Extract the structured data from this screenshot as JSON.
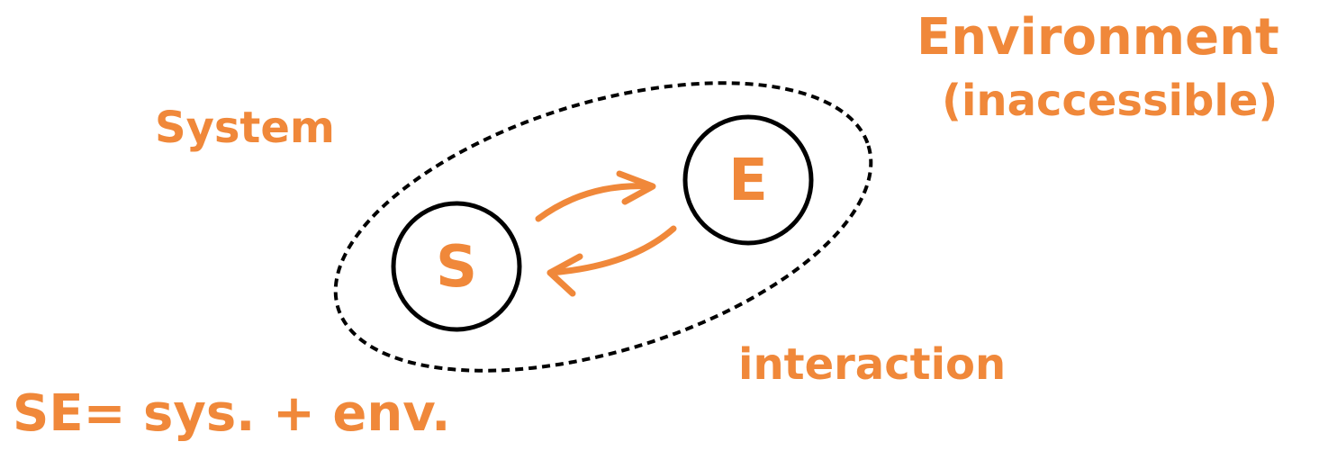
{
  "colors": {
    "accent": "#F0883A",
    "ink": "#000000",
    "background": "#FFFFFF"
  },
  "labels": {
    "system": "System",
    "environment": "Environment",
    "environment_note": "(inaccessible)",
    "interaction": "interaction",
    "equation": "SE= sys.  + env."
  },
  "nodes": {
    "system_letter": "S",
    "environment_letter": "E"
  }
}
